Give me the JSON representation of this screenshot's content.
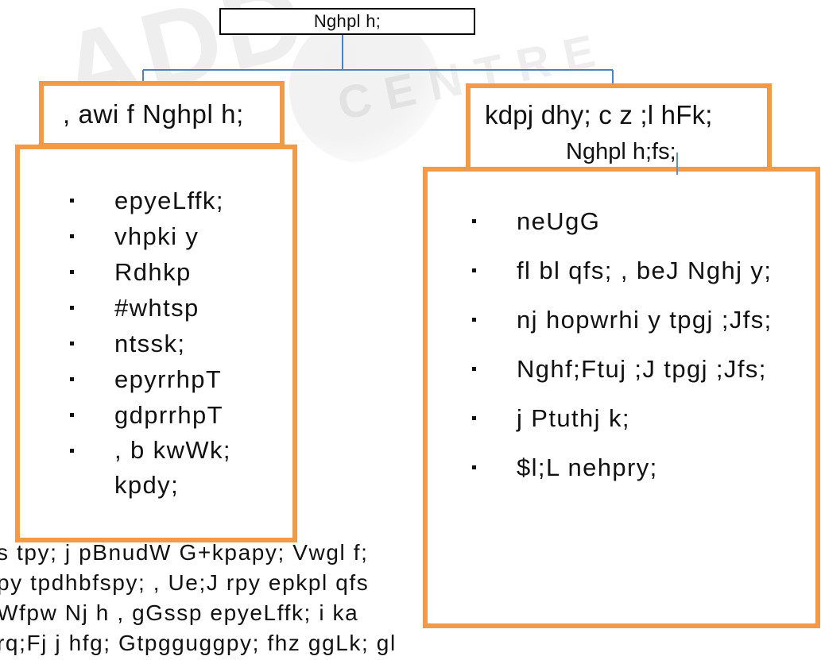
{
  "watermark": {
    "top_text": "ADD",
    "bottom_text": "CENTRE"
  },
  "root": {
    "label": "Nghpl h;"
  },
  "left_panel": {
    "heading": ", awi f Nghpl h;",
    "items": [
      "epyeLffk;",
      "vhpki y",
      "Rdhkp",
      "#whtsp",
      "ntssk;",
      "epyrrhpT",
      "gdprrhpT",
      ", b kwWk; kpdy;"
    ]
  },
  "right_panel": {
    "heading_line1": "kdpj dhy; c z ;l hFk;",
    "heading_line2": "Nghpl h;fs;",
    "items": [
      "neUgG",
      "fl bl qfs; , beJ Nghj y;",
      "nj hopwrhi y tpgj ;Jfs;",
      "Nghf;Ftuj ;J tpgj ;Jfs;",
      "j Ptuthj k;",
      "$l;L nehpry;"
    ]
  },
  "background_text": {
    "line0": "s tpy;  j pBnudW   G+kpapy;   Vwgl f;",
    "line1": "py  tpdhbfspy; , Ue;J  rpy  epkpl qfs",
    "line2": "Wfpw Nj h  , gGssp  epyeLffk;  i ka",
    "line3": "rq;Fj j hfg; Gtpgguggpy; fhz ggLk; gl"
  },
  "colors": {
    "orange": "#f39a49",
    "blue_connector": "#4f81bd",
    "black": "#000000"
  }
}
